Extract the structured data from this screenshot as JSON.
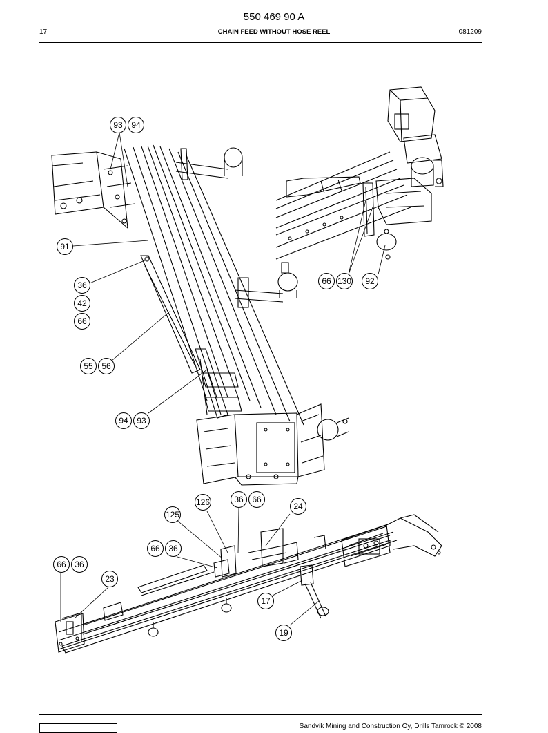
{
  "header": {
    "doc_code": "550 469 90 A",
    "page": "17",
    "title": "CHAIN FEED WITHOUT HOSE REEL",
    "date": "081209"
  },
  "footer": {
    "text": "Sandvik Mining and Construction Oy, Drills Tamrock © 2008"
  },
  "callouts": [
    {
      "label": "93"
    },
    {
      "label": "94"
    },
    {
      "label": "91"
    },
    {
      "label": "36"
    },
    {
      "label": "42"
    },
    {
      "label": "66"
    },
    {
      "label": "55"
    },
    {
      "label": "56"
    },
    {
      "label": "94"
    },
    {
      "label": "93"
    },
    {
      "label": "66"
    },
    {
      "label": "130"
    },
    {
      "label": "92"
    },
    {
      "label": "126"
    },
    {
      "label": "36"
    },
    {
      "label": "66"
    },
    {
      "label": "24"
    },
    {
      "label": "125"
    },
    {
      "label": "66"
    },
    {
      "label": "36"
    },
    {
      "label": "66"
    },
    {
      "label": "36"
    },
    {
      "label": "23"
    },
    {
      "label": "17"
    },
    {
      "label": "19"
    }
  ]
}
